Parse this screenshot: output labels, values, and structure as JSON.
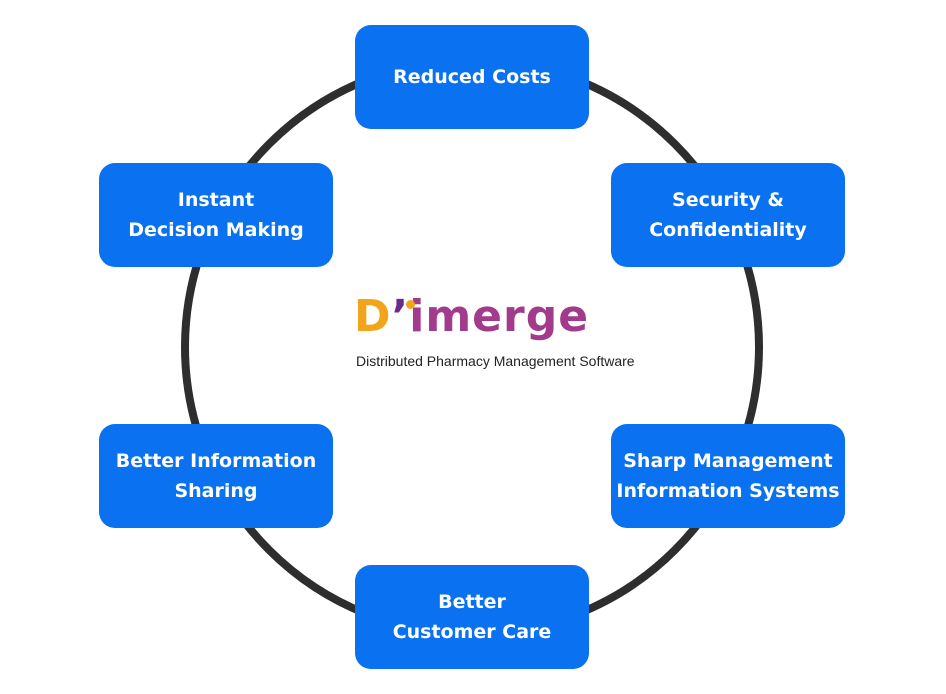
{
  "colors": {
    "node_fill": "#0a72f0",
    "node_text": "#ffffff",
    "ring": "#2e2e2e",
    "logo_orange": "#f2a41a",
    "logo_purple": "#a23b8b"
  },
  "logo": {
    "d": "D",
    "apostrophe": "’",
    "rest": "imerge",
    "tagline": "Distributed Pharmacy Management Software"
  },
  "nodes": {
    "reduced_costs": {
      "line1": "Reduced Costs"
    },
    "security": {
      "line1": "Security &",
      "line2": "Confidentiality"
    },
    "sharp_mis": {
      "line1": "Sharp Management",
      "line2": "Information Systems"
    },
    "customer_care": {
      "line1": "Better",
      "line2": "Customer Care"
    },
    "info_sharing": {
      "line1": "Better Information",
      "line2": "Sharing"
    },
    "instant_decision": {
      "line1": "Instant",
      "line2": "Decision Making"
    }
  }
}
